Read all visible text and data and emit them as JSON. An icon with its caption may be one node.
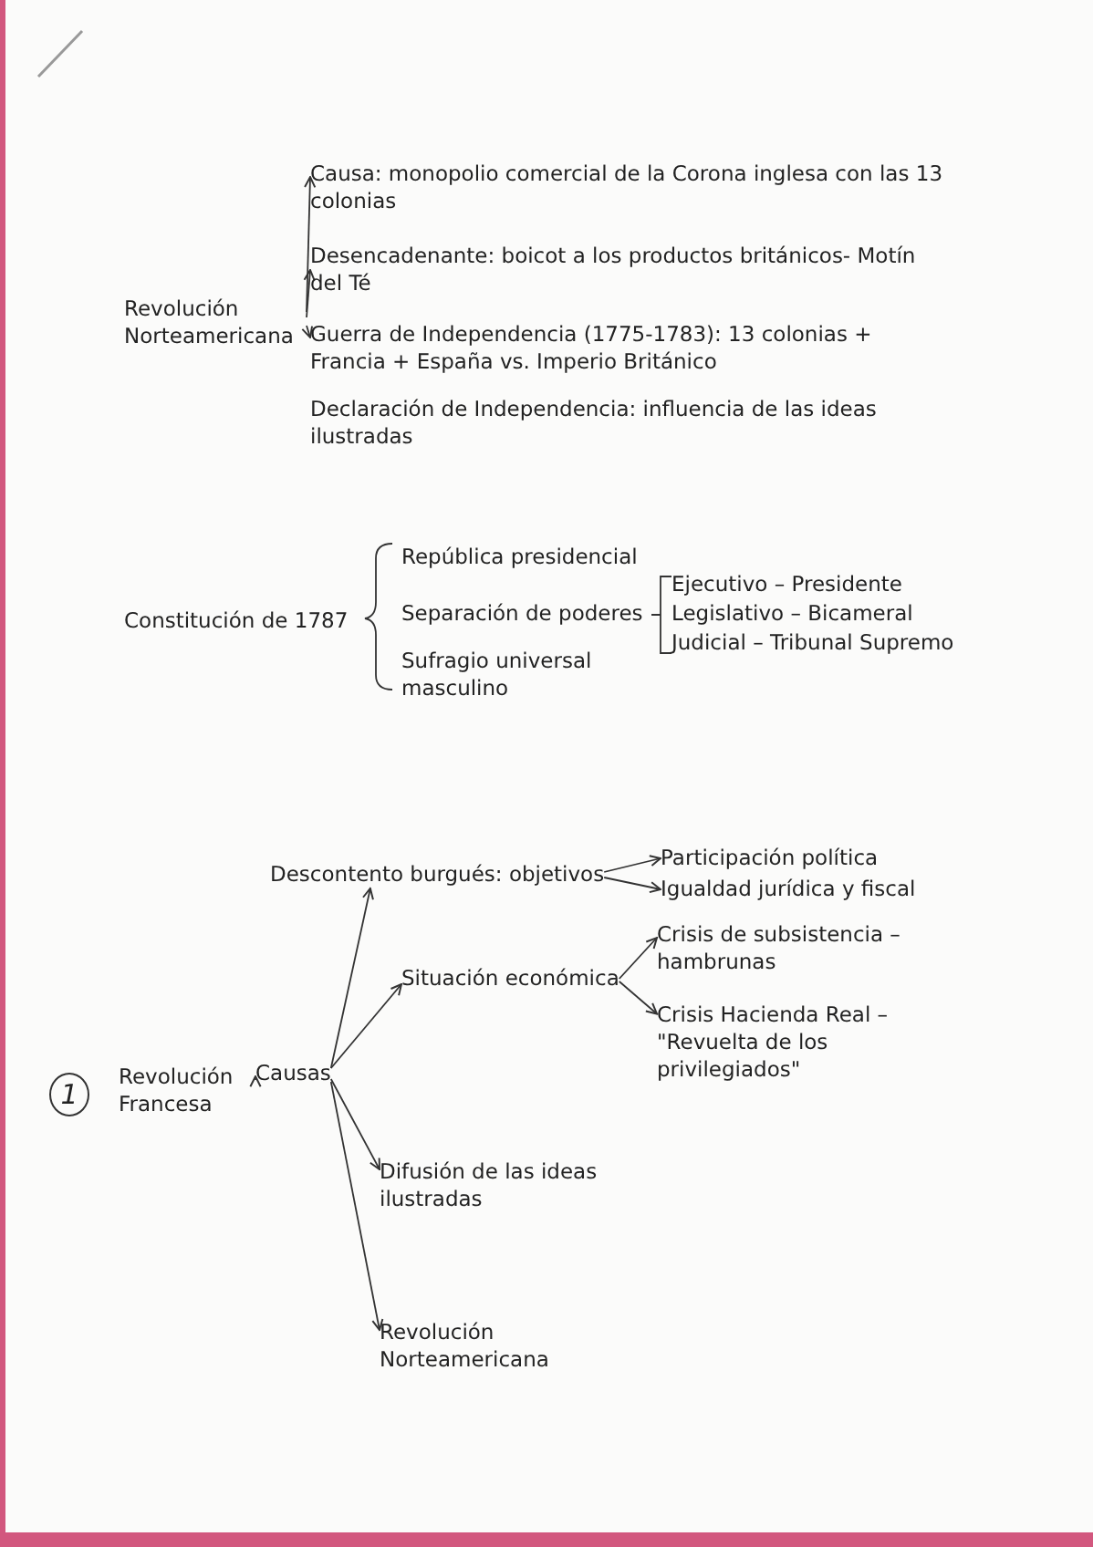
{
  "diagram": {
    "nodes": [
      {
        "text": [
          "Revolución Norteamericana"
        ]
      },
      {
        "text": [
          "Causa: monopolio comercial de la Corona inglesa con las 13 colonias"
        ]
      },
      {
        "text": [
          "Desencadenante: boicot a los productos británicos- Motín del Té"
        ]
      },
      {
        "text": [
          "Guerra de Independencia (1775-1783): 13 colonias + Francia + España vs. Imperio Británico"
        ]
      },
      {
        "text": [
          "Declaración de Independencia: influencia de las ideas ilustradas"
        ]
      },
      {
        "text": [
          "Constitución de 1787"
        ]
      },
      {
        "text": [
          "República presidencial"
        ]
      },
      {
        "text": [
          "Separación de poderes"
        ]
      },
      {
        "text": [
          "Sufragio universal masculino"
        ]
      },
      {
        "text": [
          "Ejecutivo – Presidente"
        ]
      },
      {
        "text": [
          "Legislativo – Bicameral"
        ]
      },
      {
        "text": [
          "Judicial – Tribunal Supremo"
        ]
      },
      {
        "text": [
          "Revolución Francesa"
        ]
      },
      {
        "text": [
          "Causas"
        ]
      },
      {
        "text": [
          "Descontento burgués: objetivos"
        ]
      },
      {
        "text": [
          "Participación política"
        ]
      },
      {
        "text": [
          "Igualdad jurídica y fiscal"
        ]
      },
      {
        "text": [
          "Situación económica"
        ]
      },
      {
        "text": [
          "Crisis de subsistencia – hambrunas"
        ]
      },
      {
        "text": [
          "Crisis Hacienda Real – \"Revuelta de los privilegiados\""
        ]
      },
      {
        "text": [
          "Difusión de las ideas ilustradas"
        ]
      },
      {
        "text": [
          "Revolución Norteamericana"
        ]
      }
    ],
    "edges": [
      {
        "from": 0,
        "to": 1,
        "arrow": "to"
      },
      {
        "from": 0,
        "to": 2,
        "arrow": "to"
      },
      {
        "from": 0,
        "to": 3,
        "arrow": "to"
      },
      {
        "from": 12,
        "to": 13,
        "arrow": "to"
      },
      {
        "from": 13,
        "to": 14,
        "arrow": "to"
      },
      {
        "from": 13,
        "to": 17,
        "arrow": "to"
      },
      {
        "from": 13,
        "to": 20,
        "arrow": "to"
      },
      {
        "from": 13,
        "to": 21,
        "arrow": "to"
      },
      {
        "from": 14,
        "to": 15,
        "arrow": "to"
      },
      {
        "from": 14,
        "to": 16,
        "arrow": "to"
      },
      {
        "from": 17,
        "to": 18,
        "arrow": "to"
      },
      {
        "from": 17,
        "to": 19,
        "arrow": "to"
      }
    ],
    "labels": [
      "1"
    ]
  }
}
